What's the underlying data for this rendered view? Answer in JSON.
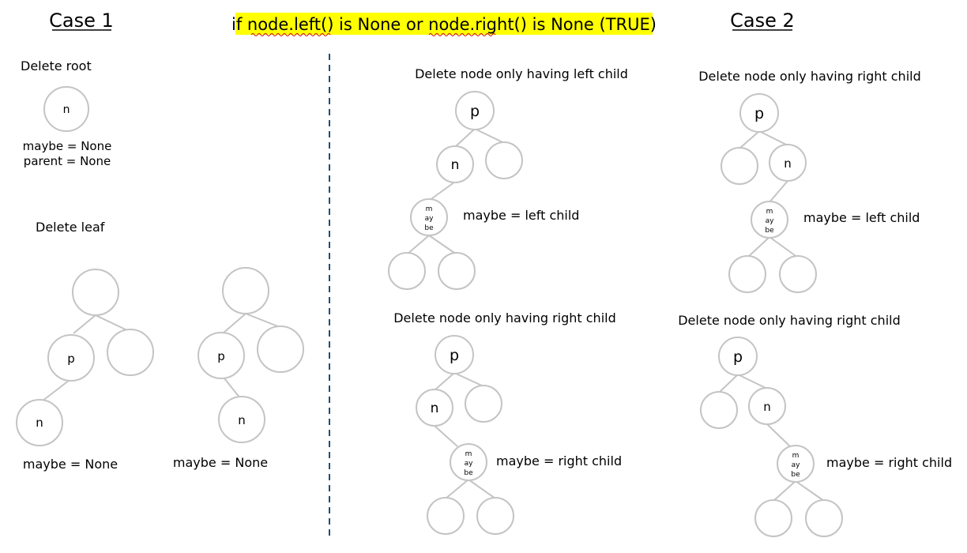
{
  "headings": {
    "case1": "Case 1",
    "case2": "Case 2",
    "condition": "if node.left() is None or node.right() is None (TRUE)"
  },
  "colors": {
    "highlight": "#ffff00",
    "node_stroke": "#c4c4c4",
    "divider": "#1f4e79",
    "squiggle": "#d00000"
  },
  "delete_root": {
    "title": "Delete root",
    "node": "n",
    "line1": "maybe = None",
    "line2": "parent = None"
  },
  "delete_leaf": {
    "title": "Delete leaf",
    "tree_a": {
      "p": "p",
      "n": "n",
      "maybe": "maybe = None"
    },
    "tree_b": {
      "p": "p",
      "n": "n",
      "maybe": "maybe = None"
    }
  },
  "left_top": {
    "title": "Delete node only having left child",
    "p": "p",
    "n": "n",
    "maybe_node": [
      "m",
      "ay",
      "be"
    ],
    "maybe": "maybe = left child"
  },
  "left_bottom": {
    "title": "Delete node only having right child",
    "p": "p",
    "n": "n",
    "maybe_node": [
      "m",
      "ay",
      "be"
    ],
    "maybe": "maybe = right child"
  },
  "right_top": {
    "title": "Delete node only having right child",
    "p": "p",
    "n": "n",
    "maybe_node": [
      "m",
      "ay",
      "be"
    ],
    "maybe": "maybe = left child"
  },
  "right_bottom": {
    "title": "Delete node only having right child",
    "p": "p",
    "n": "n",
    "maybe_node": [
      "m",
      "ay",
      "be"
    ],
    "maybe": "maybe = right child"
  }
}
